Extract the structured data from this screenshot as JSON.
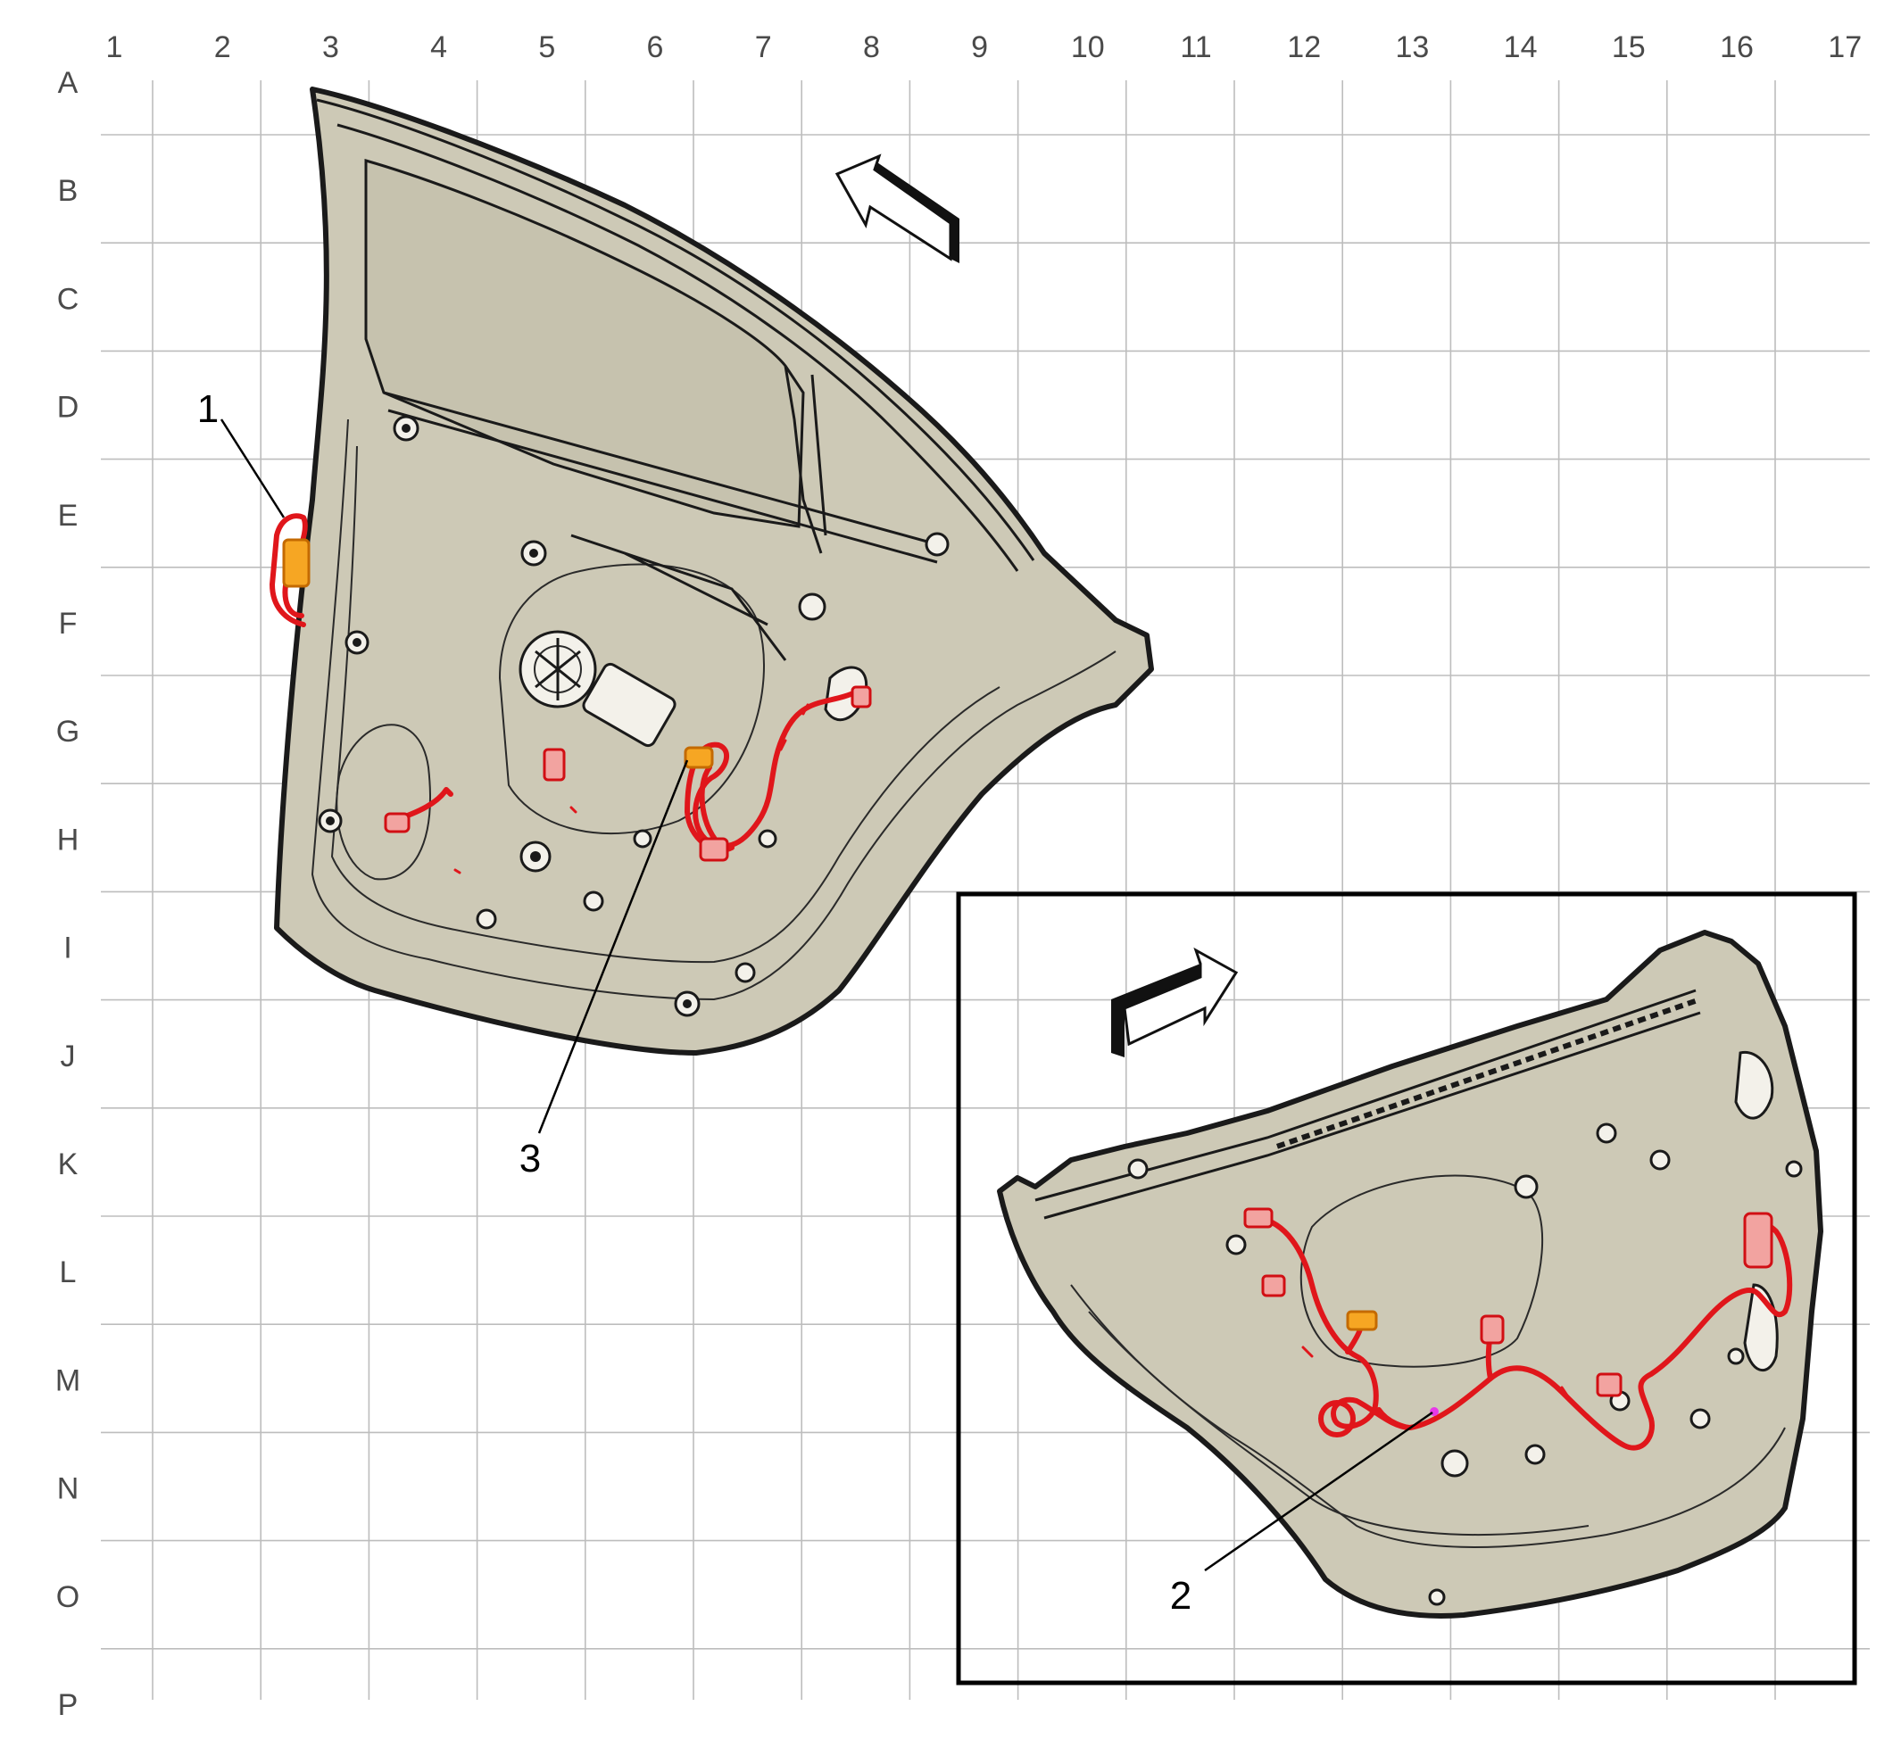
{
  "grid": {
    "columns": [
      "1",
      "2",
      "3",
      "4",
      "5",
      "6",
      "7",
      "8",
      "9",
      "10",
      "11",
      "12",
      "13",
      "14",
      "15",
      "16",
      "17"
    ],
    "rows": [
      "A",
      "B",
      "C",
      "D",
      "E",
      "F",
      "G",
      "H",
      "I",
      "J",
      "K",
      "L",
      "M",
      "N",
      "O",
      "P"
    ]
  },
  "callouts": [
    {
      "id": "1",
      "label": "1",
      "target": "door-frame-connector"
    },
    {
      "id": "2",
      "label": "2",
      "target": "inner-panel-harness-splice"
    },
    {
      "id": "3",
      "label": "3",
      "target": "window-regulator-connector"
    }
  ],
  "colors": {
    "harness": "#e0161b",
    "connector_orange": "#f6a623",
    "door_panel": "#cdc9b6",
    "grid": "#bdbdbd",
    "splice": "#e838e8"
  },
  "icons": {
    "main_view_direction": "direction-arrow-icon",
    "inset_view_direction": "direction-arrow-icon"
  }
}
